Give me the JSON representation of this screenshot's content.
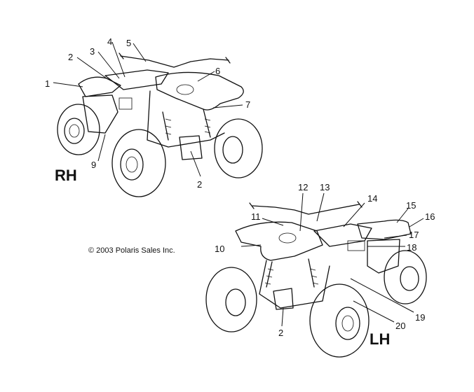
{
  "views": {
    "right": {
      "tag": "RH"
    },
    "left": {
      "tag": "LH"
    }
  },
  "copyright": "© 2003 Polaris Sales Inc.",
  "callouts": {
    "c1": "1",
    "c2": "2",
    "c3": "3",
    "c4": "4",
    "c5": "5",
    "c6": "6",
    "c7": "7",
    "c2b": "2",
    "c9": "9",
    "c10": "10",
    "c11": "11",
    "c12": "12",
    "c13": "13",
    "c14": "14",
    "c15": "15",
    "c16": "16",
    "c17": "17",
    "c18": "18",
    "c19": "19",
    "c20": "20",
    "c2c": "2"
  }
}
